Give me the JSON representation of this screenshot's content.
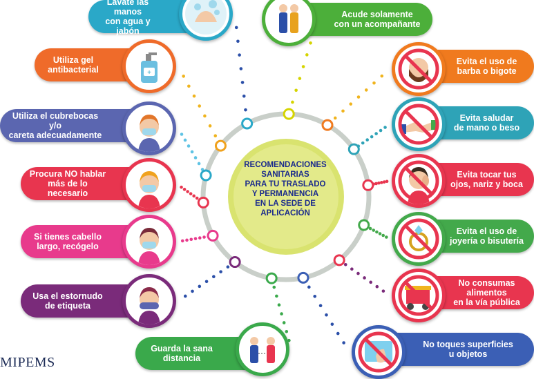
{
  "center": {
    "title": "RECOMENDACIONES\nSANITARIAS\nPARA TU TRASLADO\nY PERMANENCIA\nEN LA SEDE DE\nAPLICACIÓN"
  },
  "brand": "MIPEMS",
  "colors": {
    "center_fill": "#d9e36f",
    "center_ring": "#c9cfc9",
    "pill_text": "#ffffff"
  },
  "recommendations": [
    {
      "text": "Lávate las manos\ncon agua y jabón",
      "color": "#2aa8c8",
      "icon": "handwashing-icon",
      "side": "left"
    },
    {
      "text": "Utiliza gel\nantibacterial",
      "color": "#ef6b2a",
      "icon": "gel-bottle-icon",
      "side": "left"
    },
    {
      "text": "Utiliza el cubrebocas y/o\ncareta adecuadamente",
      "color": "#5b66b0",
      "icon": "face-mask-icon",
      "side": "left"
    },
    {
      "text": "Procura NO hablar\nmás de lo necesario",
      "color": "#e8354f",
      "icon": "no-talking-icon",
      "side": "left"
    },
    {
      "text": "Si tienes cabello\nlargo, recógelo",
      "color": "#e83a8c",
      "icon": "long-hair-icon",
      "side": "left"
    },
    {
      "text": "Usa el estornudo\nde etiqueta",
      "color": "#7a2b7a",
      "icon": "sneeze-icon",
      "side": "left"
    },
    {
      "text": "Guarda la sana\ndistancia",
      "color": "#3aa94b",
      "icon": "distance-icon",
      "side": "left"
    },
    {
      "text": "Acude solamente\ncon un acompañante",
      "color": "#4caf3a",
      "icon": "companion-icon",
      "side": "right"
    },
    {
      "text": "Evita el uso de\nbarba o bigote",
      "color": "#f07a1e",
      "icon": "no-beard-icon",
      "side": "right"
    },
    {
      "text": "Evita saludar\nde mano o beso",
      "color": "#2ea3b7",
      "icon": "no-handshake-icon",
      "side": "right"
    },
    {
      "text": "Evita tocar tus\nojos, nariz y boca",
      "color": "#e8354f",
      "icon": "no-face-touch-icon",
      "side": "right"
    },
    {
      "text": "Evita el uso de\njoyería o bisutería",
      "color": "#43a94b",
      "icon": "no-jewelry-icon",
      "side": "right"
    },
    {
      "text": "No consumas alimentos\nen la vía pública",
      "color": "#e8354f",
      "icon": "no-street-food-icon",
      "side": "right"
    },
    {
      "text": "No toques superficies\nu objetos",
      "color": "#3b5fb5",
      "icon": "no-surface-touch-icon",
      "side": "right"
    }
  ]
}
